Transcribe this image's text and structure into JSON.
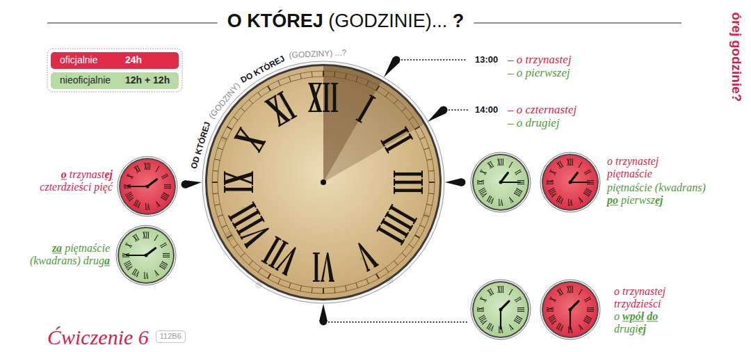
{
  "diagram": {
    "title": "O KTÓREJ (GODZINIE)... ?",
    "nodes": [
      {
        "text": [
          "112B6"
        ]
      }
    ],
    "labels": [
      "24h",
      "12h + 12h",
      "13:00",
      "– o trzynastej",
      "– o pierwszej",
      "14:00",
      "– o czternastej",
      "– o drugiej",
      "órej godzinie?",
      "OD KTÓREJ",
      "(GODZINY)",
      "DO KTÓREJ",
      "(GODZINY) ...?",
      "o trzynastej czterdzieści pięć",
      "za piętnaście (kwadrans) druga",
      "o trzynastej piętnaście",
      "piętnaście (kwadrans) po pierwszej",
      "o trzynastej trzydzieści",
      "o wpół do drugiej",
      "Ćwiczenie 6"
    ],
    "legend": [
      {
        "text": "oficjalnie",
        "color": "#e12a4a"
      },
      {
        "text": "nieoficjalnie",
        "color": "#b9d9a5"
      }
    ]
  }
}
